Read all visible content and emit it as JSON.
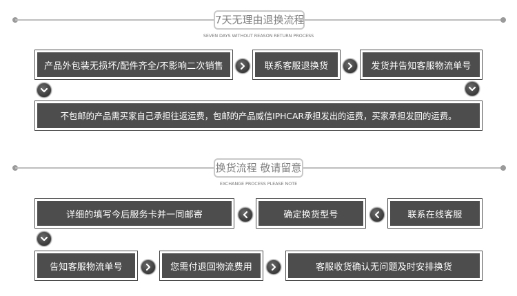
{
  "section1": {
    "title": "7天无理由退换流程",
    "subtitle": "SEVEN DAYS WITHOUT REASON RETURN PROCESS",
    "steps": [
      "产品外包装无损坏/配件齐全/不影响二次销售",
      "联系客服退换货",
      "发货并告知客服物流单号",
      "不包邮的产品需买家自己承担往返运费，包邮的产品威信IPHCAR承担发出的运费，买家承担发回的运费。"
    ]
  },
  "section2": {
    "title": "换货流程  敬请留意",
    "subtitle": "EXCHANGE PROCESS PLEASE NOTE",
    "steps": [
      "详细的填写今后服务卡并一同邮寄",
      "确定换货型号",
      "联系在线客服",
      "告知客服物流单号",
      "您需付退回物流费用",
      "客服收货确认无问题及时安排换货"
    ]
  },
  "icons": {
    "right": "arrow-right-icon",
    "left": "arrow-left-icon",
    "down": "arrow-down-icon"
  },
  "colors": {
    "box": "#4d4d4d",
    "line": "#bdbdbd",
    "title_text": "#808080"
  }
}
